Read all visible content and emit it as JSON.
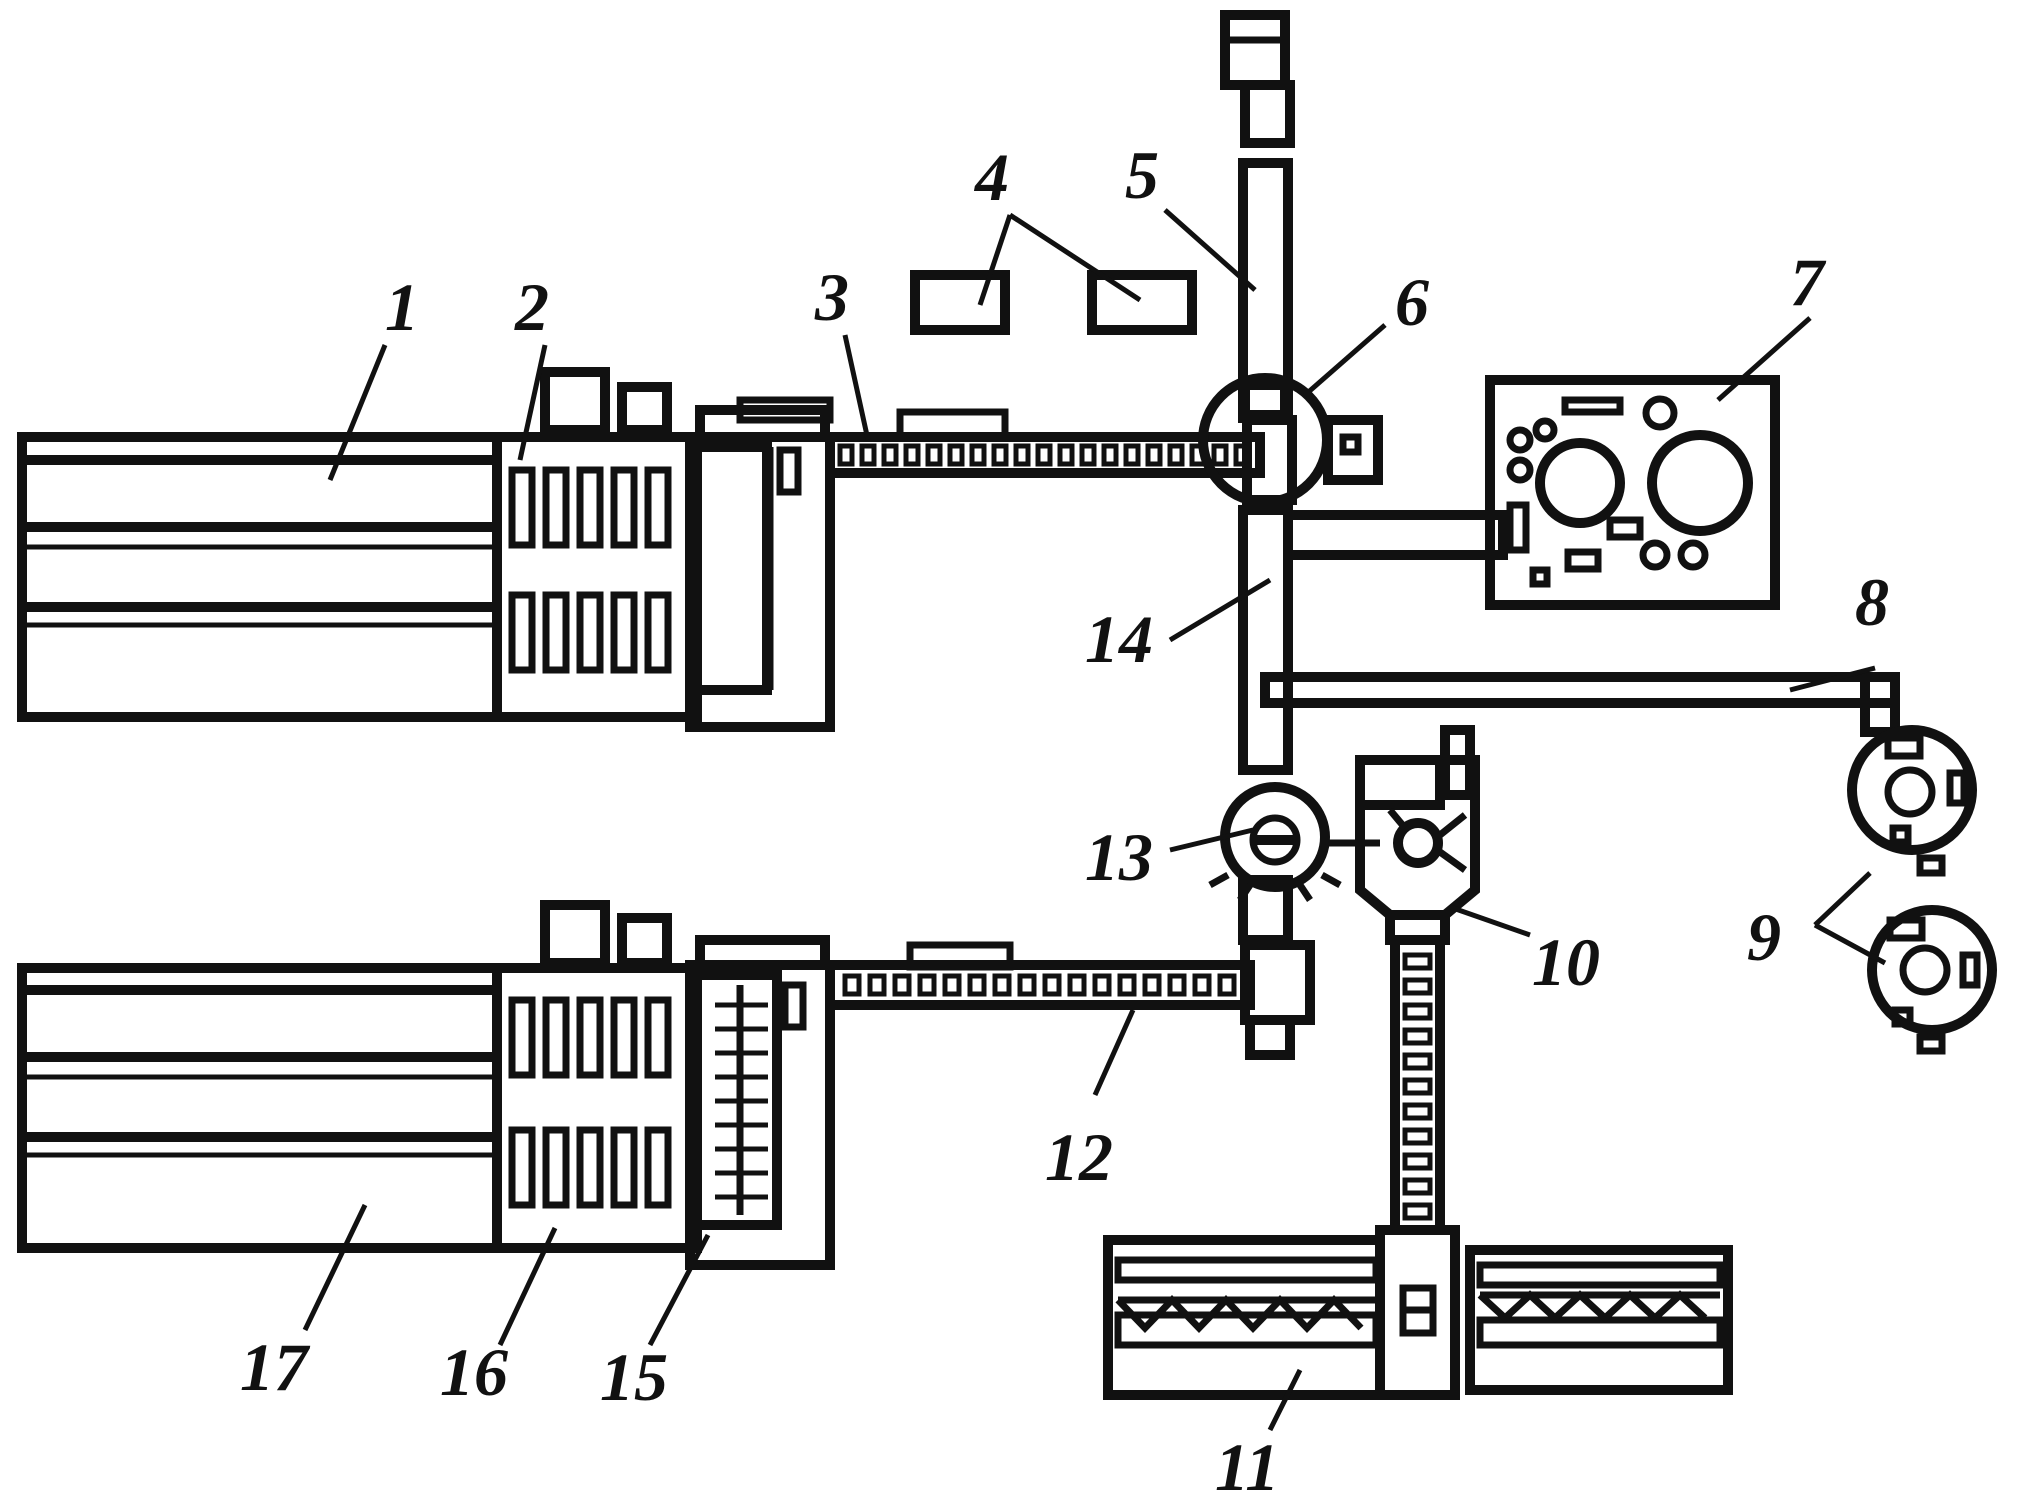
{
  "diagram": {
    "labels": [
      {
        "id": "1",
        "text": "1"
      },
      {
        "id": "2",
        "text": "2"
      },
      {
        "id": "3",
        "text": "3"
      },
      {
        "id": "4",
        "text": "4"
      },
      {
        "id": "5",
        "text": "5"
      },
      {
        "id": "6",
        "text": "6"
      },
      {
        "id": "7",
        "text": "7"
      },
      {
        "id": "8",
        "text": "8"
      },
      {
        "id": "9",
        "text": "9"
      },
      {
        "id": "10",
        "text": "10"
      },
      {
        "id": "11",
        "text": "11"
      },
      {
        "id": "12",
        "text": "12"
      },
      {
        "id": "13",
        "text": "13"
      },
      {
        "id": "14",
        "text": "14"
      },
      {
        "id": "15",
        "text": "15"
      },
      {
        "id": "16",
        "text": "16"
      },
      {
        "id": "17",
        "text": "17"
      }
    ],
    "colors": {
      "ink": "#111111",
      "background": "#ffffff"
    }
  }
}
